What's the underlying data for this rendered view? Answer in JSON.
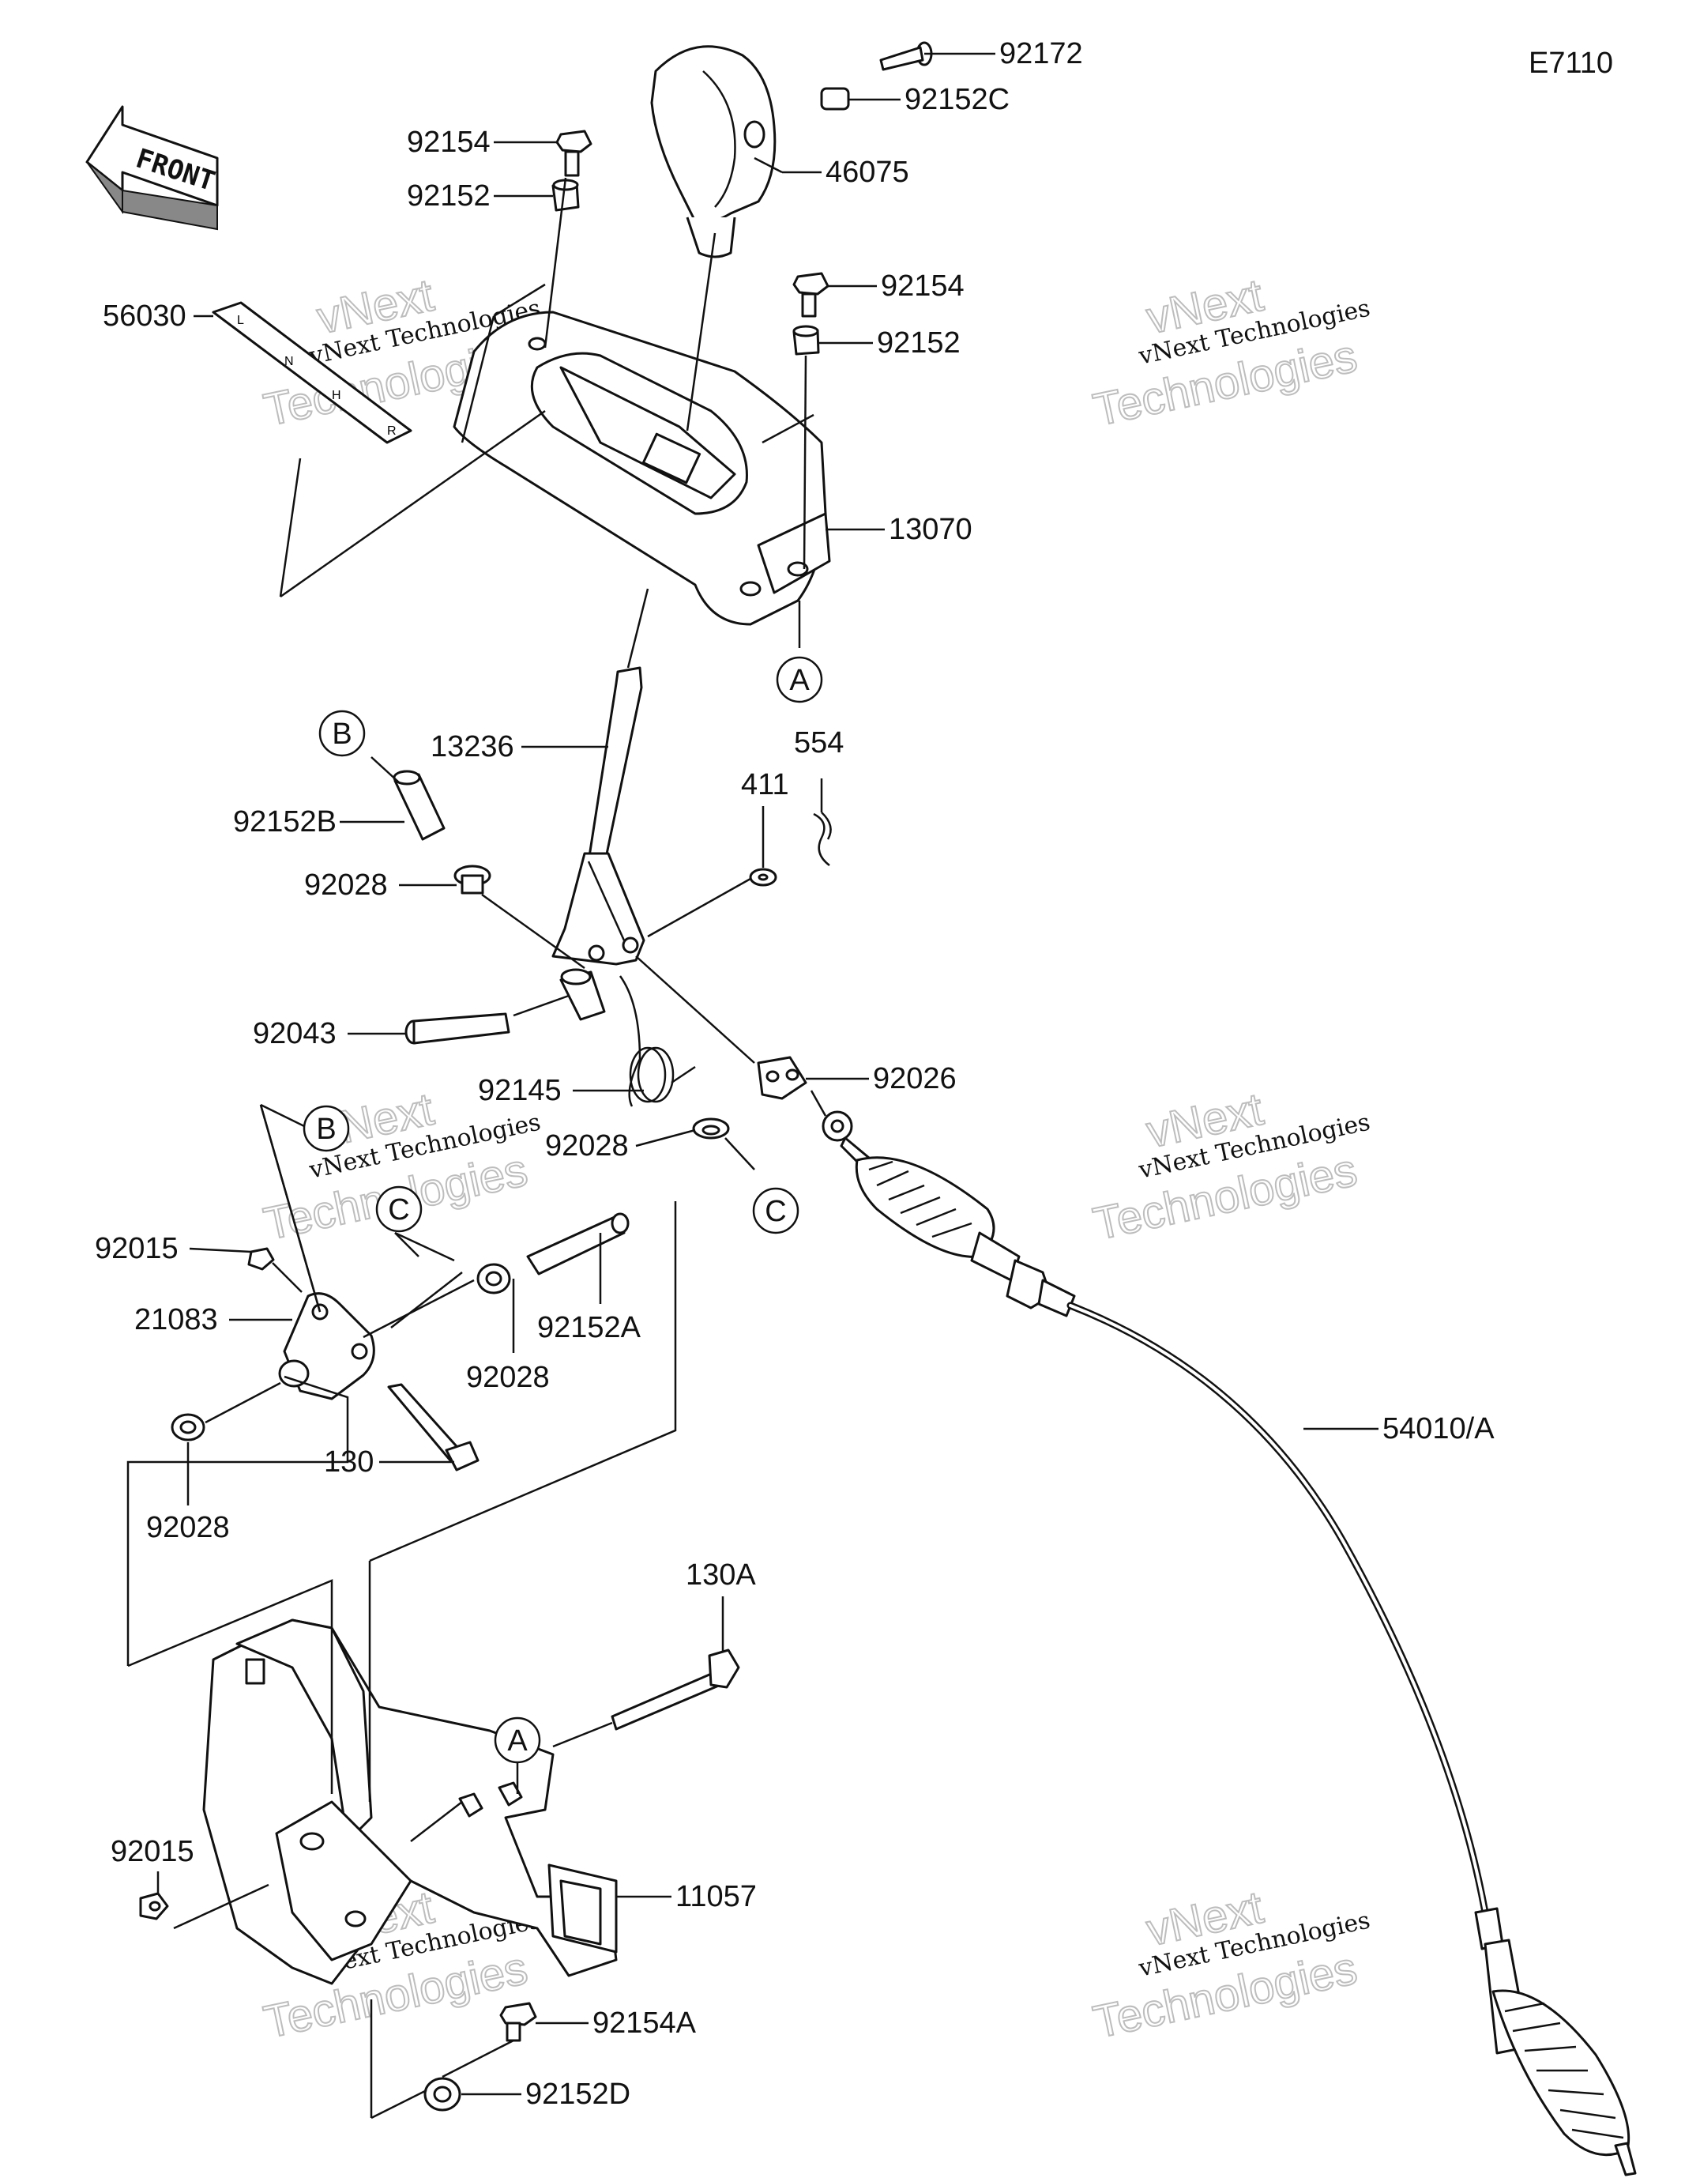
{
  "diagram_code": "E7110",
  "front_label": "FRONT",
  "part_labels": [
    {
      "id": "p92172",
      "text": "92172"
    },
    {
      "id": "p92152C",
      "text": "92152C"
    },
    {
      "id": "p92154a",
      "text": "92154"
    },
    {
      "id": "p92152a",
      "text": "92152"
    },
    {
      "id": "p46075",
      "text": "46075"
    },
    {
      "id": "p92154b",
      "text": "92154"
    },
    {
      "id": "p92152b",
      "text": "92152"
    },
    {
      "id": "p56030",
      "text": "56030"
    },
    {
      "id": "p13070",
      "text": "13070"
    },
    {
      "id": "p13236",
      "text": "13236"
    },
    {
      "id": "p554",
      "text": "554"
    },
    {
      "id": "p411",
      "text": "411"
    },
    {
      "id": "p92152B",
      "text": "92152B"
    },
    {
      "id": "p92028a",
      "text": "92028"
    },
    {
      "id": "p92043",
      "text": "92043"
    },
    {
      "id": "p92026",
      "text": "92026"
    },
    {
      "id": "p92145",
      "text": "92145"
    },
    {
      "id": "p92028b",
      "text": "92028"
    },
    {
      "id": "p92015a",
      "text": "92015"
    },
    {
      "id": "p21083",
      "text": "21083"
    },
    {
      "id": "p92028c",
      "text": "92028"
    },
    {
      "id": "p92152A",
      "text": "92152A"
    },
    {
      "id": "p130",
      "text": "130"
    },
    {
      "id": "p92028d",
      "text": "92028"
    },
    {
      "id": "p54010A",
      "text": "54010/A"
    },
    {
      "id": "p130A",
      "text": "130A"
    },
    {
      "id": "p92015b",
      "text": "92015"
    },
    {
      "id": "p11057",
      "text": "11057"
    },
    {
      "id": "p92154A",
      "text": "92154A"
    },
    {
      "id": "p92152D",
      "text": "92152D"
    }
  ],
  "reference_markers": [
    {
      "id": "refA1",
      "text": "A"
    },
    {
      "id": "refB1",
      "text": "B"
    },
    {
      "id": "refB2",
      "text": "B"
    },
    {
      "id": "refC1",
      "text": "C"
    },
    {
      "id": "refC2",
      "text": "C"
    },
    {
      "id": "refA2",
      "text": "A"
    }
  ],
  "watermarks": [
    {
      "id": "wm1",
      "line1": "vNext",
      "line2": "vNext Technologies",
      "line3": "Technologies"
    },
    {
      "id": "wm2",
      "line1": "vNext",
      "line2": "vNext Technologies",
      "line3": "Technologies"
    },
    {
      "id": "wm3",
      "line1": "vNext",
      "line2": "vNext Technologies",
      "line3": "Technologies"
    },
    {
      "id": "wm4",
      "line1": "vNext",
      "line2": "vNext Technologies",
      "line3": "Technologies"
    },
    {
      "id": "wm5",
      "line1": "vNext",
      "line2": "vNext Technologies",
      "line3": "Technologies"
    },
    {
      "id": "wm6",
      "line1": "vNext",
      "line2": "vNext Technologies",
      "line3": "Technologies"
    }
  ]
}
